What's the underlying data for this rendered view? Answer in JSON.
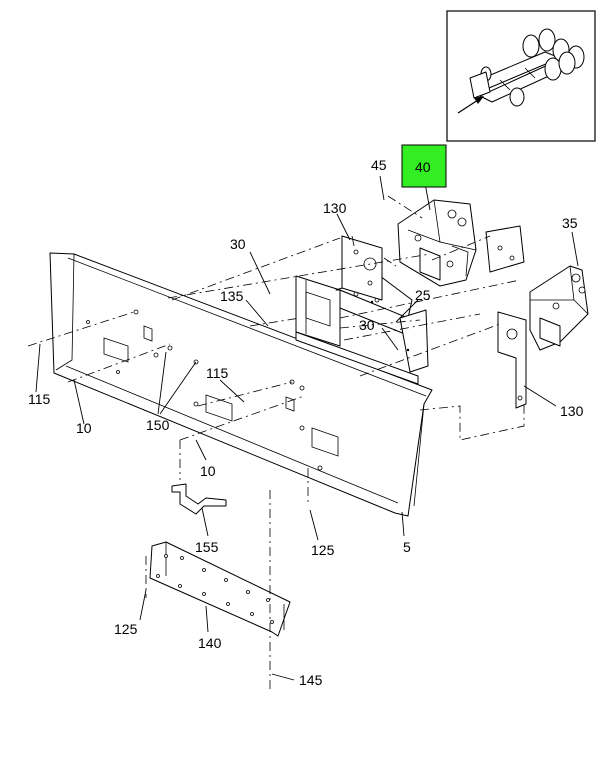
{
  "callouts": {
    "c40": "40",
    "c45": "45",
    "c130a": "130",
    "c35": "35",
    "c30a": "30",
    "c135": "135",
    "c25": "25",
    "c30b": "30",
    "c115a": "115",
    "c115b": "115",
    "c10a": "10",
    "c150": "150",
    "c130b": "130",
    "c10b": "10",
    "c155": "155",
    "c5": "5",
    "c125a": "125",
    "c125b": "125",
    "c140": "140",
    "c145": "145"
  },
  "colors": {
    "highlight": "#33ee22",
    "line": "#000000",
    "background": "#ffffff"
  }
}
